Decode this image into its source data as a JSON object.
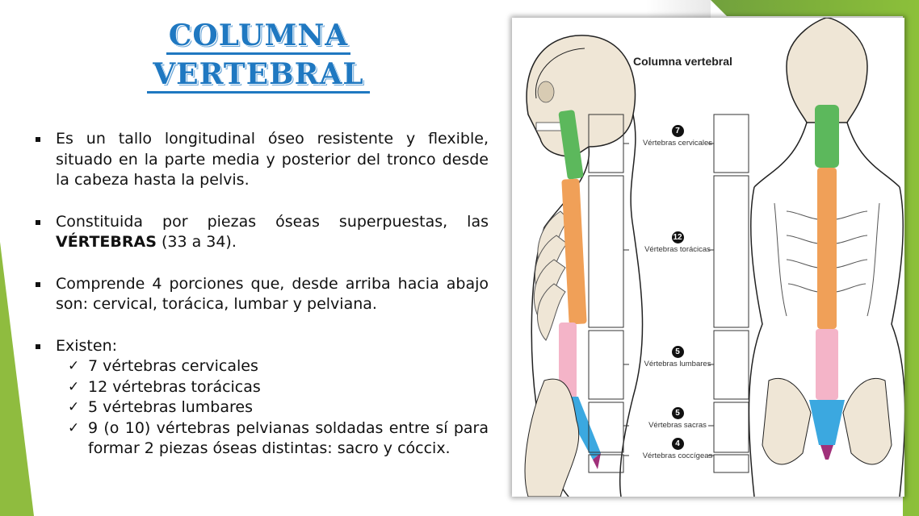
{
  "title": {
    "line1": "COLUMNA",
    "line2": "VERTEBRAL"
  },
  "bullets": [
    {
      "text": "Es un tallo longitudinal óseo resistente y flexible, situado en la parte media y posterior del tronco desde la cabeza hasta la pelvis."
    },
    {
      "text_before": "Constituida por piezas óseas superpuestas, las ",
      "bold": "VÉRTEBRAS",
      "text_after": " (33 a 34)."
    },
    {
      "text": "Comprende 4 porciones que, desde arriba hacia abajo son: cervical, torácica, lumbar y pelviana."
    },
    {
      "text": "Existen:",
      "checks": [
        "7 vértebras cervicales",
        "12 vértebras torácicas",
        "5 vértebras lumbares",
        "9 (o 10) vértebras pelvianas soldadas entre sí para formar 2 piezas óseas distintas: sacro y cóccix."
      ]
    }
  ],
  "icons": {
    "bullet": "square-bullet-icon",
    "check": "✓"
  },
  "diagram": {
    "title": "Columna vertebral",
    "labels": [
      {
        "number": "7",
        "text": "Vértebras cervicales"
      },
      {
        "number": "12",
        "text": "Vértebras torácicas"
      },
      {
        "number": "5",
        "text": "Vértebras lumbares"
      },
      {
        "number": "5",
        "text": "Vértebras sacras"
      },
      {
        "number": "4",
        "text": "Vértebras coccígeas"
      }
    ],
    "colors": {
      "cervical": "#5cb85c",
      "thoracic": "#f0a058",
      "lumbar": "#f4b4c8",
      "sacral": "#3ba8e0",
      "coccyx": "#a0307a",
      "bone": "#efe6d6"
    }
  },
  "colors": {
    "title_blue": "#1f78c1",
    "accent_green": "#8fbc3f"
  }
}
